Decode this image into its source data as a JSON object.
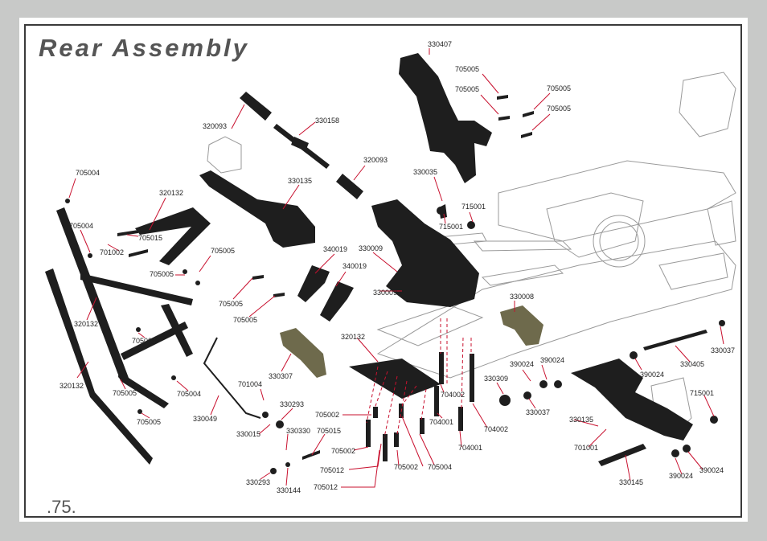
{
  "title": "Rear Assembly",
  "page_number": ".75.",
  "part_labels": [
    {
      "id": "330407",
      "text": "330407"
    },
    {
      "id": "705005_a",
      "text": "705005"
    },
    {
      "id": "705005_b",
      "text": "705005"
    },
    {
      "id": "705005_c",
      "text": "705005"
    },
    {
      "id": "705005_d",
      "text": "705005"
    },
    {
      "id": "330158",
      "text": "330158"
    },
    {
      "id": "320093_a",
      "text": "320093"
    },
    {
      "id": "320093_b",
      "text": "320093"
    },
    {
      "id": "330035",
      "text": "330035"
    },
    {
      "id": "705004_a",
      "text": "705004"
    },
    {
      "id": "330135_a",
      "text": "330135"
    },
    {
      "id": "320132_a",
      "text": "320132"
    },
    {
      "id": "715001_a",
      "text": "715001"
    },
    {
      "id": "715001_b",
      "text": "715001"
    },
    {
      "id": "705004_b",
      "text": "705004"
    },
    {
      "id": "705015_a",
      "text": "705015"
    },
    {
      "id": "701002",
      "text": "701002"
    },
    {
      "id": "705005_e",
      "text": "705005"
    },
    {
      "id": "705005_f",
      "text": "705005"
    },
    {
      "id": "340019_a",
      "text": "340019"
    },
    {
      "id": "340019_b",
      "text": "340019"
    },
    {
      "id": "330009_a",
      "text": "330009"
    },
    {
      "id": "330009_b",
      "text": "330009"
    },
    {
      "id": "705005_g",
      "text": "705005"
    },
    {
      "id": "705005_h",
      "text": "705005"
    },
    {
      "id": "330008",
      "text": "330008"
    },
    {
      "id": "320132_b",
      "text": "320132"
    },
    {
      "id": "705004_c",
      "text": "705004"
    },
    {
      "id": "320132_c",
      "text": "320132"
    },
    {
      "id": "330307",
      "text": "330307"
    },
    {
      "id": "320132_d",
      "text": "320132"
    },
    {
      "id": "330037_a",
      "text": "330037"
    },
    {
      "id": "390024_a",
      "text": "390024"
    },
    {
      "id": "390024_b",
      "text": "390024"
    },
    {
      "id": "390024_c",
      "text": "390024"
    },
    {
      "id": "330405",
      "text": "330405"
    },
    {
      "id": "330309",
      "text": "330309"
    },
    {
      "id": "330037_b",
      "text": "330037"
    },
    {
      "id": "705005_i",
      "text": "705005"
    },
    {
      "id": "705004_d",
      "text": "705004"
    },
    {
      "id": "701004",
      "text": "701004"
    },
    {
      "id": "330293_a",
      "text": "330293"
    },
    {
      "id": "705005_j",
      "text": "705005"
    },
    {
      "id": "330049",
      "text": "330049"
    },
    {
      "id": "705002_a",
      "text": "705002"
    },
    {
      "id": "704002_a",
      "text": "704002"
    },
    {
      "id": "704001_a",
      "text": "704001"
    },
    {
      "id": "704002_b",
      "text": "704002"
    },
    {
      "id": "330135_b",
      "text": "330135"
    },
    {
      "id": "715001_c",
      "text": "715001"
    },
    {
      "id": "330015",
      "text": "330015"
    },
    {
      "id": "330330",
      "text": "330330"
    },
    {
      "id": "705015_b",
      "text": "705015"
    },
    {
      "id": "705002_b",
      "text": "705002"
    },
    {
      "id": "704001_b",
      "text": "704001"
    },
    {
      "id": "701001",
      "text": "701001"
    },
    {
      "id": "705012_a",
      "text": "705012"
    },
    {
      "id": "705002_c",
      "text": "705002"
    },
    {
      "id": "705004_e",
      "text": "705004"
    },
    {
      "id": "390024_d",
      "text": "390024"
    },
    {
      "id": "390024_e",
      "text": "390024"
    },
    {
      "id": "330293_b",
      "text": "330293"
    },
    {
      "id": "330144",
      "text": "330144"
    },
    {
      "id": "705012_b",
      "text": "705012"
    },
    {
      "id": "330145",
      "text": "330145"
    }
  ]
}
